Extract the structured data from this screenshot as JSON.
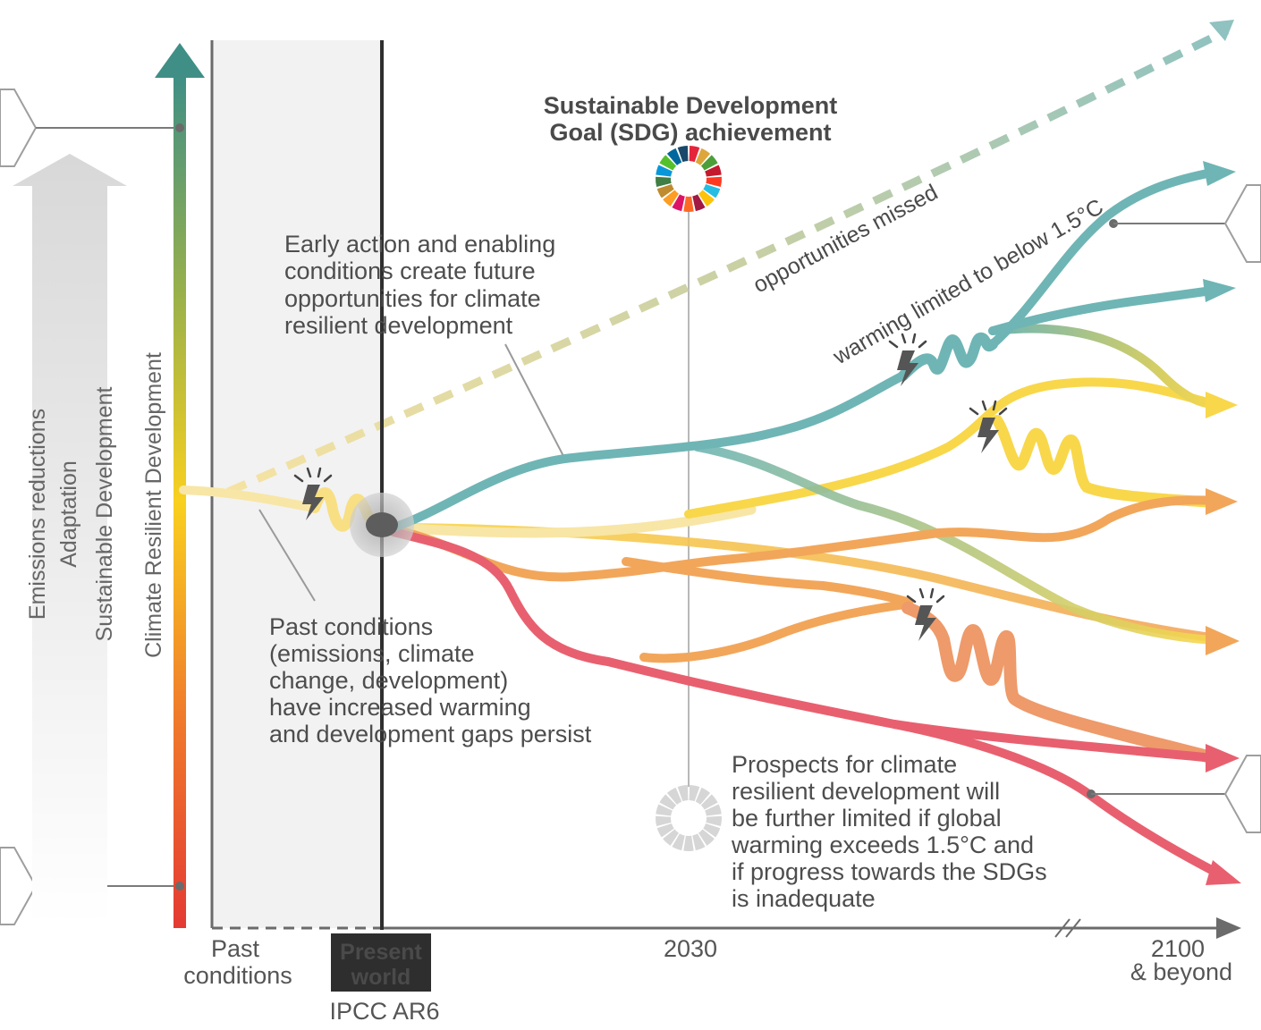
{
  "left_axis": {
    "arrow_label_1": "Emissions reductions",
    "arrow_label_2": "Adaptation",
    "arrow_label_3": "Sustainable Development",
    "color_bar_label": "Climate Resilient Development"
  },
  "timeline": {
    "past": [
      "Past",
      "conditions"
    ],
    "present": [
      "Present",
      "world"
    ],
    "present_sub": "IPCC AR6",
    "year_2030": "2030",
    "year_2100": [
      "2100",
      "& beyond"
    ]
  },
  "sdg": {
    "title": [
      "Sustainable Development",
      "Goal (SDG) achievement"
    ],
    "wheel_colors": [
      "#e5243b",
      "#dda63a",
      "#4c9f38",
      "#c5192d",
      "#ff3a21",
      "#26bde2",
      "#fcc30b",
      "#a21942",
      "#fd6925",
      "#dd1367",
      "#fd9d24",
      "#bf8b2e",
      "#3f7e44",
      "#0a97d9",
      "#56c02b",
      "#00689d",
      "#19486a"
    ]
  },
  "annotations": {
    "early_action": [
      "Early action and enabling",
      "conditions create future",
      "opportunities for climate",
      "resilient development"
    ],
    "past_conditions": [
      "Past conditions",
      "(emissions, climate",
      "change, development)",
      "have increased warming",
      "and development gaps persist"
    ],
    "prospects": [
      "Prospects for climate",
      "resilient development will",
      "be further limited if global",
      "warming exceeds 1.5°C and",
      "if progress towards the SDGs",
      "is inadequate"
    ]
  },
  "path_labels": {
    "opportunities_missed": "opportunities missed",
    "warming_limited": "warming limited to below 1.5°C"
  },
  "colors": {
    "teal": "#6fb5b5",
    "yellow": "#f8d74a",
    "orange": "#f2a65a",
    "red": "#e8606f",
    "grey_panel": "#f2f2f2",
    "text": "#4d4d4d"
  },
  "icons": [
    "lightning-shock-icon",
    "sdg-wheel-icon",
    "grey-sdg-wheel-icon"
  ]
}
